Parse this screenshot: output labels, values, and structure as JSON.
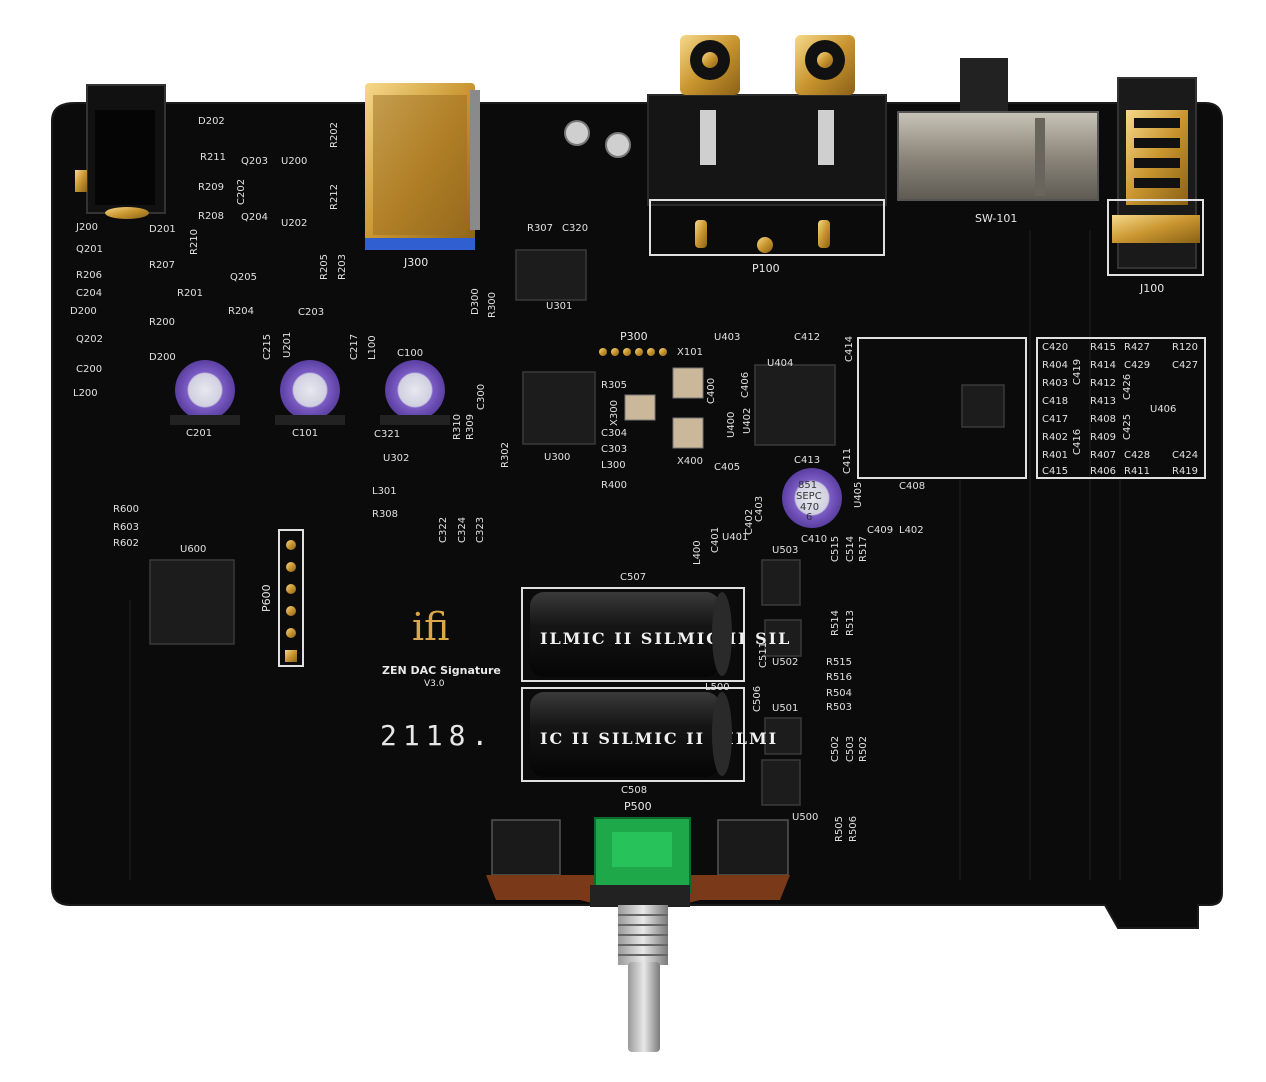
{
  "board": {
    "brand": "ifi",
    "product_name": "ZEN DAC Signature",
    "version": "V3.0",
    "build_number": "2118.",
    "cap_markings": [
      "ILMIC II SILMIC II SIL",
      "IC II SILMIC II SILMI"
    ],
    "c410_marking": [
      "851",
      "SEPC",
      "470",
      "6"
    ],
    "colors": {
      "pcb": "#0b0b0b",
      "silk": "#e8e8e8",
      "gold": "#d9a949",
      "green_pot": "#1fa84a",
      "purple_cap": "#7b5cc4"
    }
  },
  "labels": {
    "top_left": [
      "D202",
      "R211",
      "Q203",
      "U200",
      "R202",
      "R209",
      "C202",
      "R212",
      "R208",
      "Q204",
      "U202",
      "J200",
      "D201",
      "Q201",
      "R207",
      "R210",
      "R205",
      "R203",
      "R206",
      "Q205",
      "C204",
      "R201",
      "D200",
      "R204",
      "R200",
      "Q202",
      "D200b",
      "C200",
      "L200"
    ],
    "connectors": [
      "J300",
      "P100",
      "SW-101",
      "J100",
      "P300",
      "P500",
      "P600"
    ],
    "power": [
      "C201",
      "C101",
      "C100",
      "C203",
      "C215",
      "U201",
      "C217",
      "L100"
    ],
    "center": [
      "R307",
      "C320",
      "U301",
      "D300",
      "R300",
      "U300",
      "X101",
      "U403",
      "C412",
      "U404",
      "C406",
      "R305",
      "X300",
      "C304",
      "C303",
      "L300",
      "R400",
      "X400",
      "C405",
      "C400",
      "U400",
      "U402",
      "C413",
      "C411",
      "C414",
      "C300",
      "C321",
      "R310",
      "R309",
      "U302",
      "R302",
      "L301",
      "R308",
      "C322",
      "C324",
      "C323"
    ],
    "right_block": [
      "C420",
      "R415",
      "R427",
      "R120",
      "R404",
      "C419",
      "R414",
      "C429",
      "C427",
      "R403",
      "R412",
      "C426",
      "C418",
      "R413",
      "U406",
      "C417",
      "R408",
      "C425",
      "R402",
      "C416",
      "R409",
      "R401",
      "R407",
      "C428",
      "C424",
      "C415",
      "R406",
      "R411",
      "R419"
    ],
    "lower_center": [
      "L400",
      "C401",
      "U401",
      "C402",
      "C403",
      "C410",
      "U405",
      "C408",
      "C409",
      "L402",
      "U503",
      "C515",
      "C514",
      "R517",
      "R514",
      "R513",
      "C511",
      "U502",
      "R515",
      "R516",
      "C507",
      "L500",
      "C506",
      "R504",
      "U501",
      "R503",
      "C502",
      "C503",
      "R502",
      "C508",
      "U500",
      "R505",
      "R506"
    ],
    "left": [
      "R600",
      "R603",
      "R602",
      "U600"
    ]
  }
}
